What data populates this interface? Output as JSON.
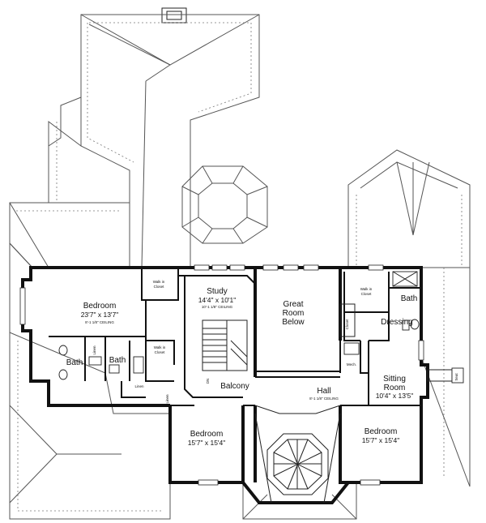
{
  "rooms": {
    "bedroom_main": {
      "name": "Bedroom",
      "dim": "23'7\" x 13'7\"",
      "note": "8'-1 1/8\" CEILING"
    },
    "study": {
      "name": "Study",
      "dim": "14'4\" x 10'1\"",
      "note": "10'-1 1/8\" CEILING"
    },
    "great_room": {
      "line1": "Great",
      "line2": "Room",
      "line3": "Below"
    },
    "bath_right": {
      "name": "Bath"
    },
    "dressing": {
      "name": "Dressing"
    },
    "bath_left1": {
      "name": "Bath"
    },
    "bath_left2": {
      "name": "Bath"
    },
    "balcony": {
      "name": "Balcony"
    },
    "hall": {
      "name": "Hall",
      "note": "8'-1 1/8\" CEILING"
    },
    "sitting_room": {
      "line1": "Sitting",
      "line2": "Room",
      "dim": "10'4\" x 13'5\""
    },
    "bedroom_center": {
      "name": "Bedroom",
      "dim": "15'7\" x 15'4\""
    },
    "bedroom_right": {
      "name": "Bedroom",
      "dim": "15'7\" x 15'4\""
    }
  },
  "small_labels": {
    "walkin_a_1": "Walk in",
    "walkin_a_2": "Closet",
    "walkin_b_1": "Walk in",
    "walkin_b_2": "Closet",
    "walkin_c_1": "Walk in",
    "walkin_c_2": "Closet",
    "linen_a": "Linen",
    "linen_b": "Linen",
    "linen_c": "Linen",
    "closet": "Closet",
    "mech": "Mech.",
    "seat": "Seat",
    "dn": "DN"
  }
}
